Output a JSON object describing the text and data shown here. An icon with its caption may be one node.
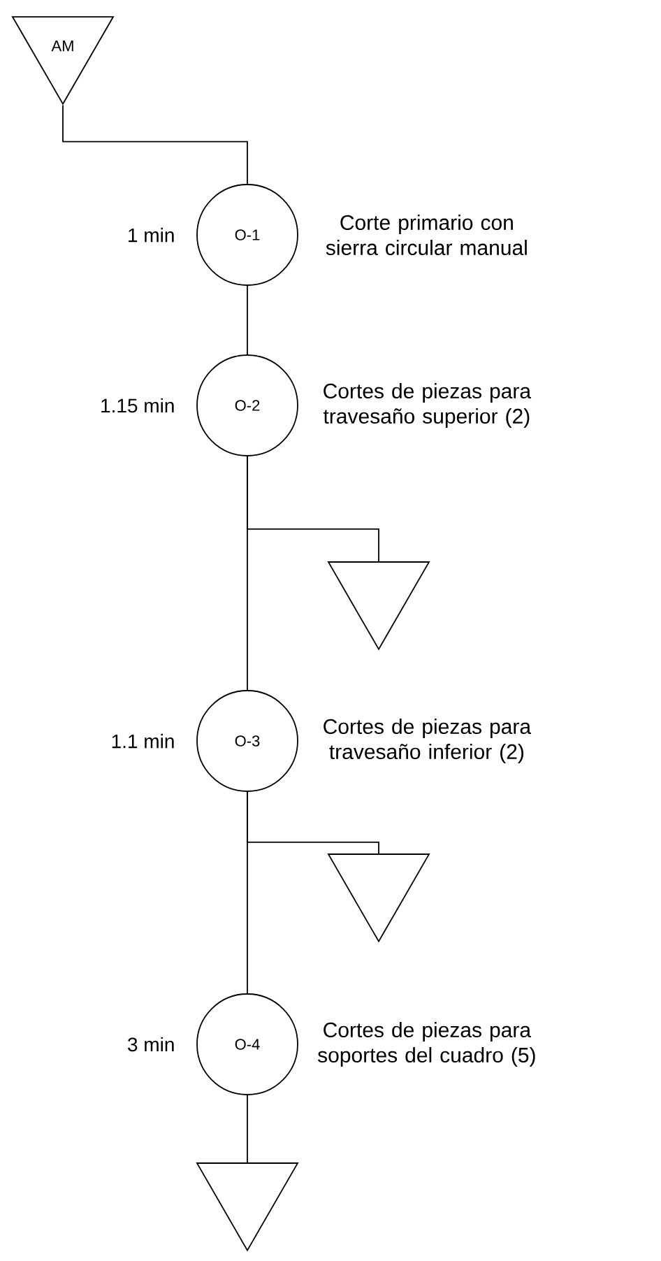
{
  "diagram": {
    "nodes": [
      {
        "text": [
          "AM"
        ]
      },
      {
        "text": [
          "O-1"
        ],
        "beside": [
          "1 min",
          "Corte primario con sierra circular manual"
        ]
      },
      {
        "text": [
          "O-2"
        ],
        "beside": [
          "1.15 min",
          "Cortes de piezas para travesaño superior (2)"
        ]
      },
      {
        "text": [],
        "shape": "triangle"
      },
      {
        "text": [
          "O-3"
        ],
        "beside": [
          "1.1 min",
          "Cortes de piezas para travesaño inferior (2)"
        ]
      },
      {
        "text": [],
        "shape": "triangle"
      },
      {
        "text": [
          "O-4"
        ],
        "beside": [
          "3 min",
          "Cortes de piezas para soportes del cuadro (5)"
        ]
      },
      {
        "text": [],
        "shape": "triangle"
      }
    ],
    "edges": [
      {
        "from": 0,
        "to": 1,
        "arrow": "none"
      },
      {
        "from": 1,
        "to": 2,
        "arrow": "none"
      },
      {
        "from": 2,
        "to": 3,
        "arrow": "none"
      },
      {
        "from": 2,
        "to": 4,
        "arrow": "none"
      },
      {
        "from": 4,
        "to": 5,
        "arrow": "none"
      },
      {
        "from": 4,
        "to": 6,
        "arrow": "none"
      },
      {
        "from": 6,
        "to": 7,
        "arrow": "none"
      }
    ]
  }
}
